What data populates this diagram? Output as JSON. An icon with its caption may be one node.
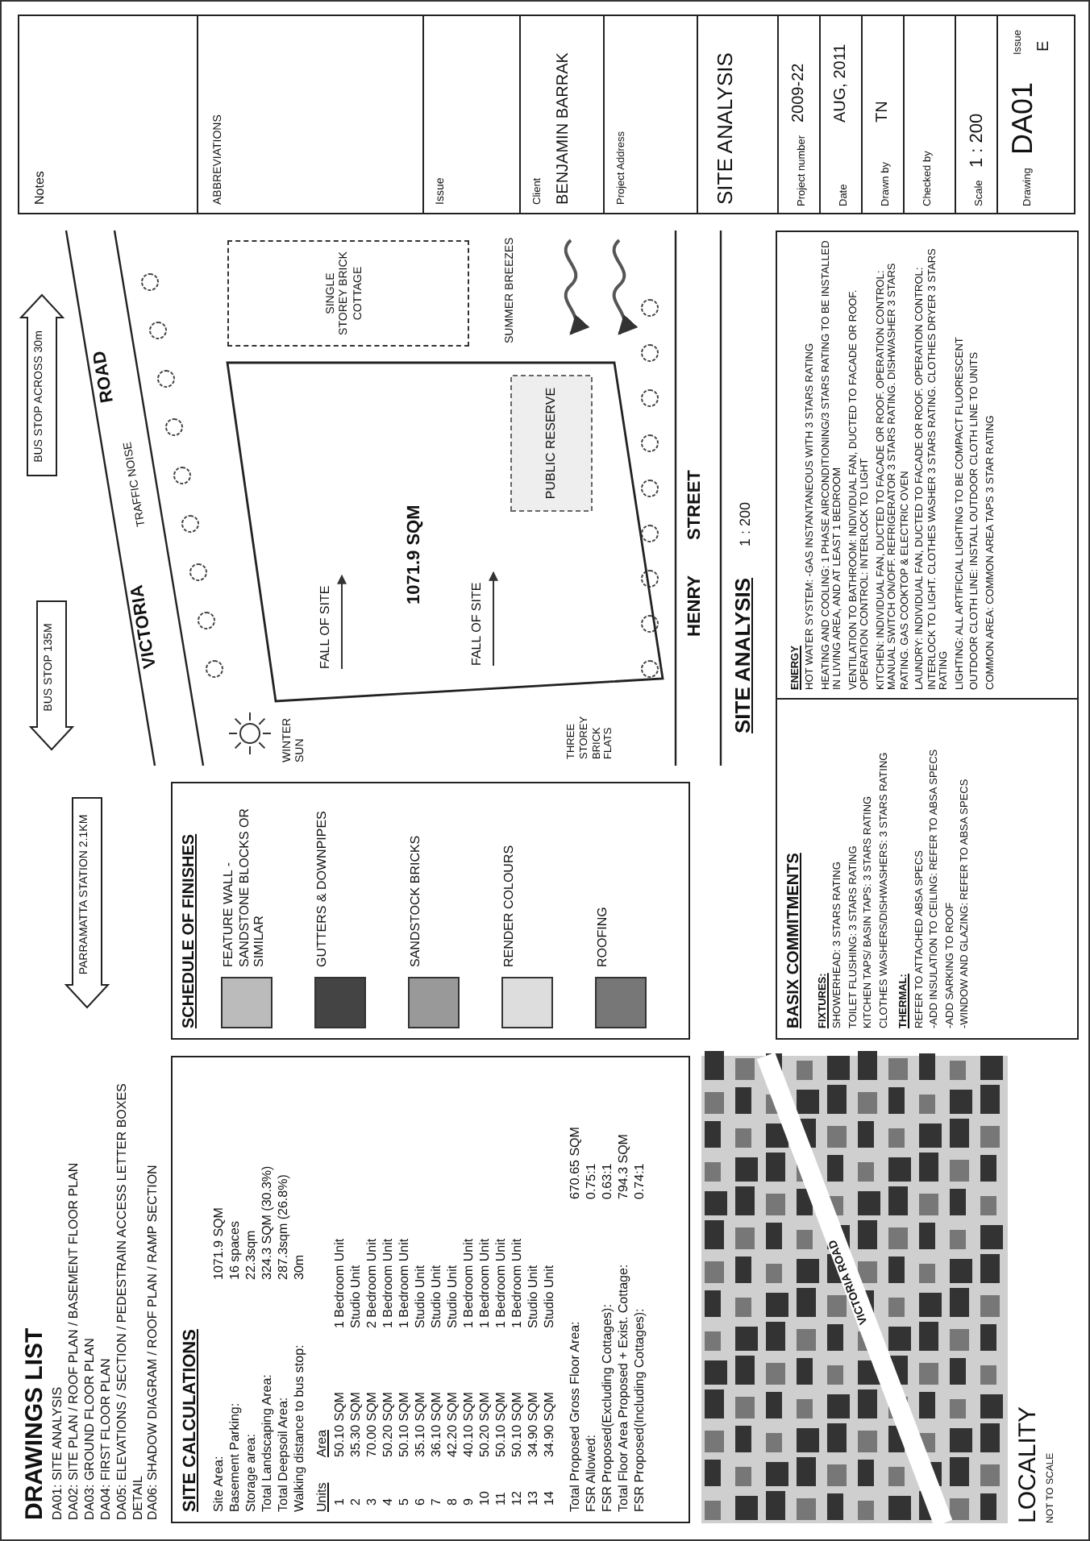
{
  "diagram": {
    "nodes": [
      {
        "text": [
          "SITE CALCULATIONS",
          "Site Area:",
          "1071.9 SQM",
          "Basement Parking:",
          "16 spaces",
          "Storage area:",
          "22.3sqm",
          "Total Landscaping Area:",
          "324.3 SQM (30.3%)",
          "Total Deepsoil Area:",
          "287.3sqm (26.8%)",
          "Walking distance to bus stop:",
          "30m",
          "Units",
          "Area",
          "1",
          "50.10 SQM",
          "1 Bedroom Unit",
          "2",
          "35.30 SQM",
          "Studio Unit",
          "3",
          "70.00 SQM",
          "2 Bedroom Unit",
          "4",
          "50.20 SQM",
          "1 Bedroom Unit",
          "5",
          "50.10 SQM",
          "1 Bedroom Unit",
          "6",
          "35.10 SQM",
          "Studio Unit",
          "7",
          "36.10 SQM",
          "Studio Unit",
          "8",
          "42.20 SQM",
          "Studio Unit",
          "9",
          "40.10 SQM",
          "1 Bedroom Unit",
          "10",
          "50.20 SQM",
          "1 Bedroom Unit",
          "11",
          "50.10 SQM",
          "1 Bedroom Unit",
          "12",
          "50.10 SQM",
          "1 Bedroom Unit",
          "13",
          "34.90 SQM",
          "Studio Unit",
          "14",
          "34.90 SQM",
          "Studio Unit",
          "Total Proposed Gross Floor Area:",
          "670.65 SQM",
          "FSR Allowed:",
          "0.75:1",
          "FSR Proposed(Excluding Cottages):",
          "0.63:1",
          "Total Floor Area Proposed + Exist. Cottage:",
          "794.3 SQM",
          "FSR Proposed(Including Cottages):",
          "0.74:1"
        ]
      },
      {
        "text": [
          "SCHEDULE OF FINISHES",
          "FEATURE WALL - SANDSTONE BLOCKS OR SIMILAR",
          "GUTTERS & DOWNPIPES",
          "SANDSTOCK BRICKS",
          "RENDER COLOURS",
          "ROOFING"
        ]
      },
      {
        "text": [
          "1071.9 SQM",
          "FALL OF SITE",
          "FALL OF SITE",
          "PUBLIC RESERVE"
        ]
      },
      {
        "text": [
          "SINGLE STOREY BRICK COTTAGE"
        ]
      },
      {
        "text": [
          "PARRAMATTA STATION 2.1KM"
        ]
      },
      {
        "text": [
          "BUS STOP 135M"
        ]
      },
      {
        "text": [
          "BUS STOP ACROSS 30m"
        ]
      },
      {
        "text": [
          "VICTORIA ROAD",
          "LOCALITY",
          "NOT TO SCALE"
        ]
      },
      {
        "text": [
          "BASIX COMMITMENTS",
          "FIXTURES:",
          "SHOWERHEAD: 3 STARS RATING",
          "TOILET FLUSHING: 3 STARS RATING",
          "KITCHEN TAPS/ BASIN TAPS: 3 STARS RATING",
          "CLOTHES WASHERS/DISHWASHERS: 3 STARS RATING",
          "THERMAL:",
          "REFER TO ATTACHED ABSA SPECS",
          "-ADD INSULATION TO CEILING: REFER TO ABSA SPECS",
          "-ADD SARKING TO ROOF",
          "-WINDOW AND GLAZING: REFER TO ABSA SPECS",
          "ENERGY",
          "HOT WATER SYSTEM: -GAS INSTANTANEOUS WITH 3 STARS RATING",
          "HEATING AND COOLING: 1 PHASE AIRCONDITIONING/3 STARS RATING TO BE INSTALLED IN LIVING AREA, AND AT LEAST 1 BEDROOM",
          "VENTILATION TO BATHROOM: INDIVIDUAL FAN, DUCTED TO FACADE OR ROOF. OPERATION CONTROL: INTERLOCK TO LIGHT",
          "KITCHEN: INDIVIDUAL FAN, DUCTED TO FACADE OR ROOF. OPERATION CONTROL: MANUAL SWITCH ON/OFF. REFRIGERATOR 3 STARS RATING. DISHWASHER 3 STARS RATING. GAS COOKTOP & ELECTRIC OVEN",
          "LAUNDRY: INDIVIDUAL FAN, DUCTED TO FACADE OR ROOF. OPERATION CONTROL: INTERLOCK TO LIGHT. CLOTHES WASHER 3 STARS RATING. CLOTHES DRYER 3 STARS RATING",
          "LIGHTING: ALL ARTIFICIAL LIGHTING TO BE COMPACT FLUORESCENT",
          "OUTDOOR CLOTH LINE: INSTALL OUTDOOR CLOTH LINE TO UNITS",
          "COMMON AREA: COMMON AREA TAPS 3 STAR RATING"
        ]
      },
      {
        "text": [
          "Notes",
          "ABBREVIATIONS",
          "Issue",
          "Client",
          "BENJAMIN BARRAK",
          "Project Address",
          "SITE ANALYSIS",
          "Project number",
          "2009-22",
          "Date",
          "AUG, 2011",
          "Drawn by",
          "TN",
          "Checked by",
          "Scale",
          "1 : 200",
          "Drawing",
          "DA01",
          "Issue",
          "E"
        ]
      }
    ],
    "edges": [],
    "labels": [
      "DRAWINGS LIST",
      "DA01: SITE ANALYSIS",
      "DA02: SITE PLAN / ROOF PLAN / BASEMENT FLOOR PLAN",
      "DA03: GROUND FLOOR PLAN",
      "DA04: FIRST FLOOR PLAN",
      "DA05: ELEVATIONS / SECTION / PEDESTRAIN ACCESS LETTER BOXES DETAIL",
      "DA06: SHADOW DIAGRAM / ROOF PLAN / RAMP SECTION",
      "VICTORIA",
      "ROAD",
      "TRAFFIC NOISE",
      "WINTER SUN",
      "SUMMER BREEZES",
      "THREE STOREY BRICK FLATS",
      "HENRY",
      "STREET",
      "SITE ANALYSIS",
      "1 : 200"
    ]
  }
}
